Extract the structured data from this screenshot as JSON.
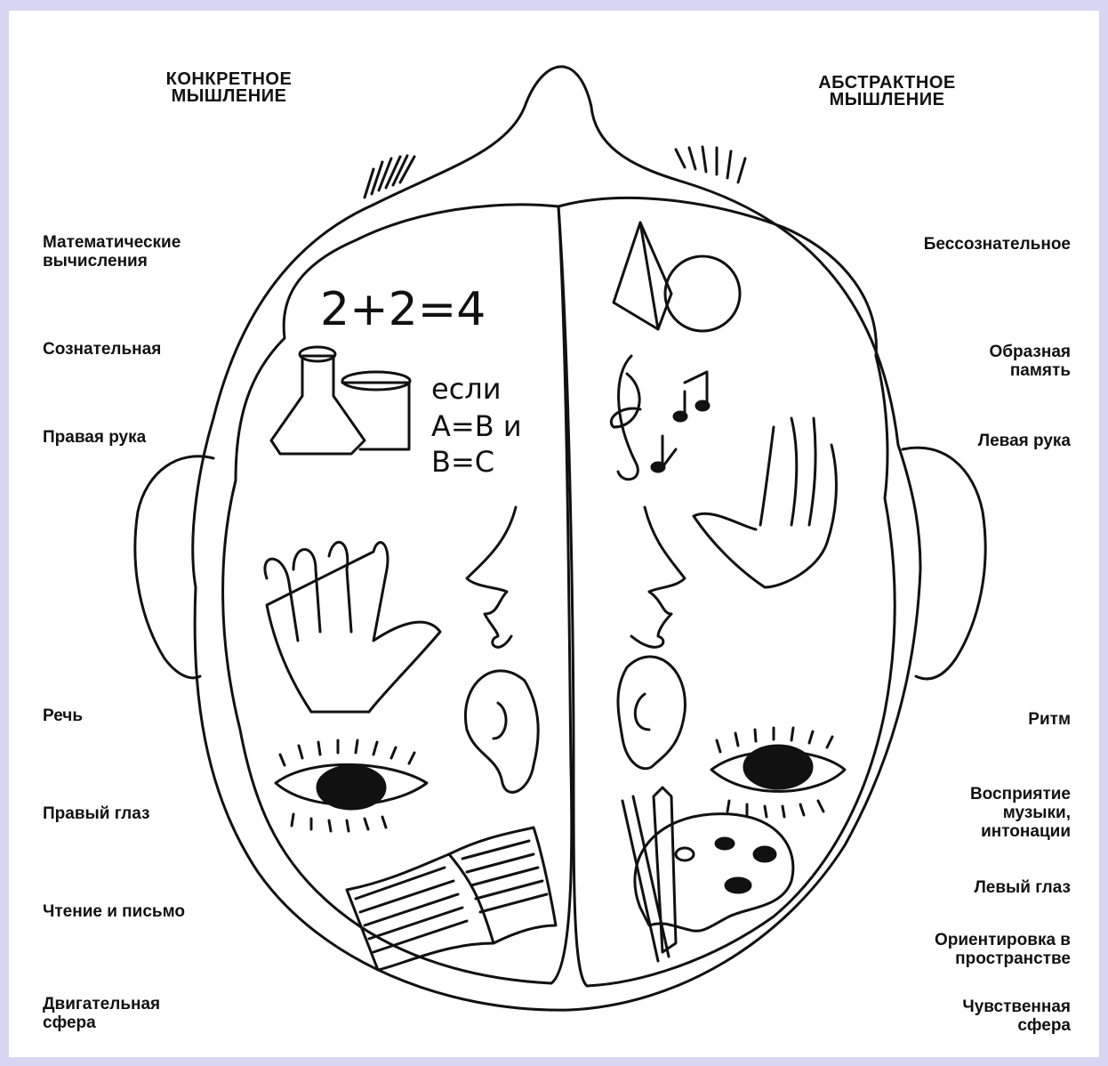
{
  "headings": {
    "left": "КОНКРЕТНОЕ\nМЫШЛЕНИЕ",
    "right": "АБСТРАКТНОЕ\nМЫШЛЕНИЕ"
  },
  "left_labels": [
    "Математические\nвычисления",
    "Сознательная",
    "Правая рука",
    "Речь",
    "Правый глаз",
    "Чтение и письмо",
    "Двигательная\nсфера"
  ],
  "right_labels": [
    "Бессознательное",
    "Образная\nпамять",
    "Левая рука",
    "Ритм",
    "Восприятие\nмузыки,\nинтонации",
    "Левый глаз",
    "Ориентировка в\nпространстве",
    "Чувственная\nсфера"
  ],
  "handwriting": {
    "equation": "2+2=4",
    "cond1": "если",
    "cond2": "A=B  и",
    "cond3": "B=C"
  },
  "colors": {
    "frame": "#d6d6f2",
    "ink": "#111111",
    "paper": "#ffffff"
  }
}
